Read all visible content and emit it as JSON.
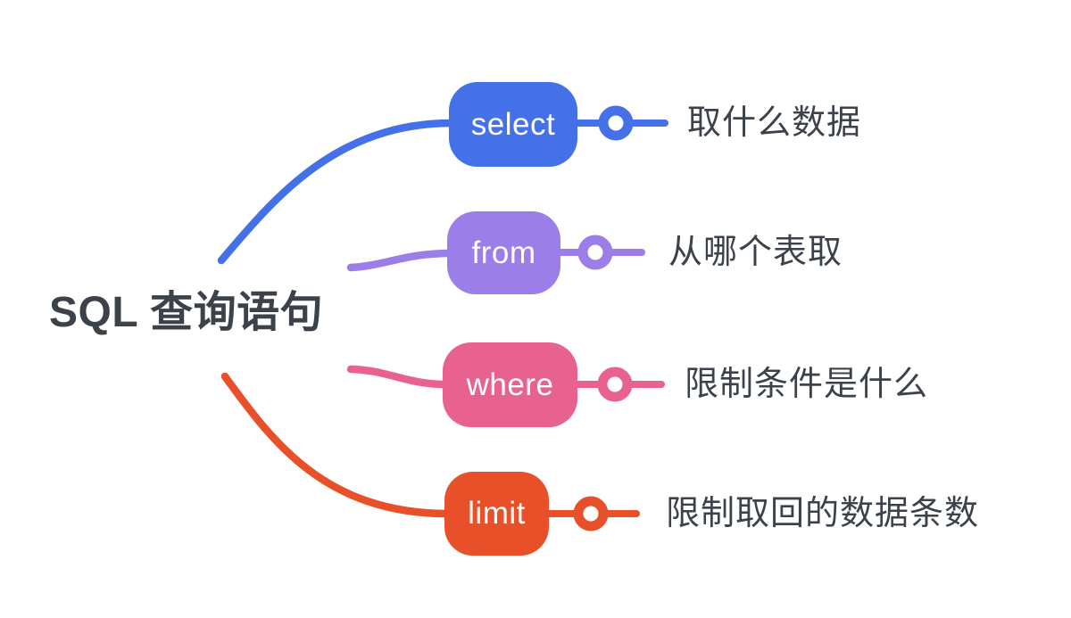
{
  "root": {
    "label": "SQL 查询语句",
    "text_color": "#3B4249"
  },
  "branches": [
    {
      "id": "select",
      "label": "select",
      "description": "取什么数据",
      "color": "#4571E8"
    },
    {
      "id": "from",
      "label": "from",
      "description": "从哪个表取",
      "color": "#9C7EE9"
    },
    {
      "id": "where",
      "label": "where",
      "description": "限制条件是什么",
      "color": "#E8628F"
    },
    {
      "id": "limit",
      "label": "limit",
      "description": "限制取回的数据条数",
      "color": "#E8502A"
    }
  ],
  "colors": {
    "background": "#FFFFFF",
    "description_text": "#3B4249"
  }
}
